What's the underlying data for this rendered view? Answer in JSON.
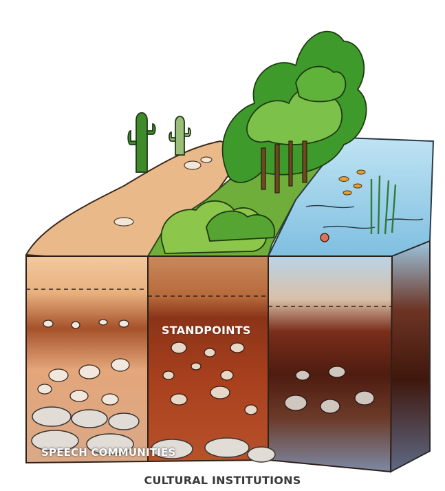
{
  "labels": {
    "standpoints": "STANDPOINTS",
    "speech_communities": "SPEECH COMMUNITIES",
    "cultural_institutions": "CULTURAL INSTITUTIONS"
  },
  "colors": {
    "desert_sand": "#eab98a",
    "topsoil_tan": "#d9a06a",
    "forest_soil": "#a0401e",
    "water": "#9fd0ea",
    "dark_soil": "#5a2414",
    "rock": "#c9c2bb",
    "foliage": "#4a9c2a"
  }
}
